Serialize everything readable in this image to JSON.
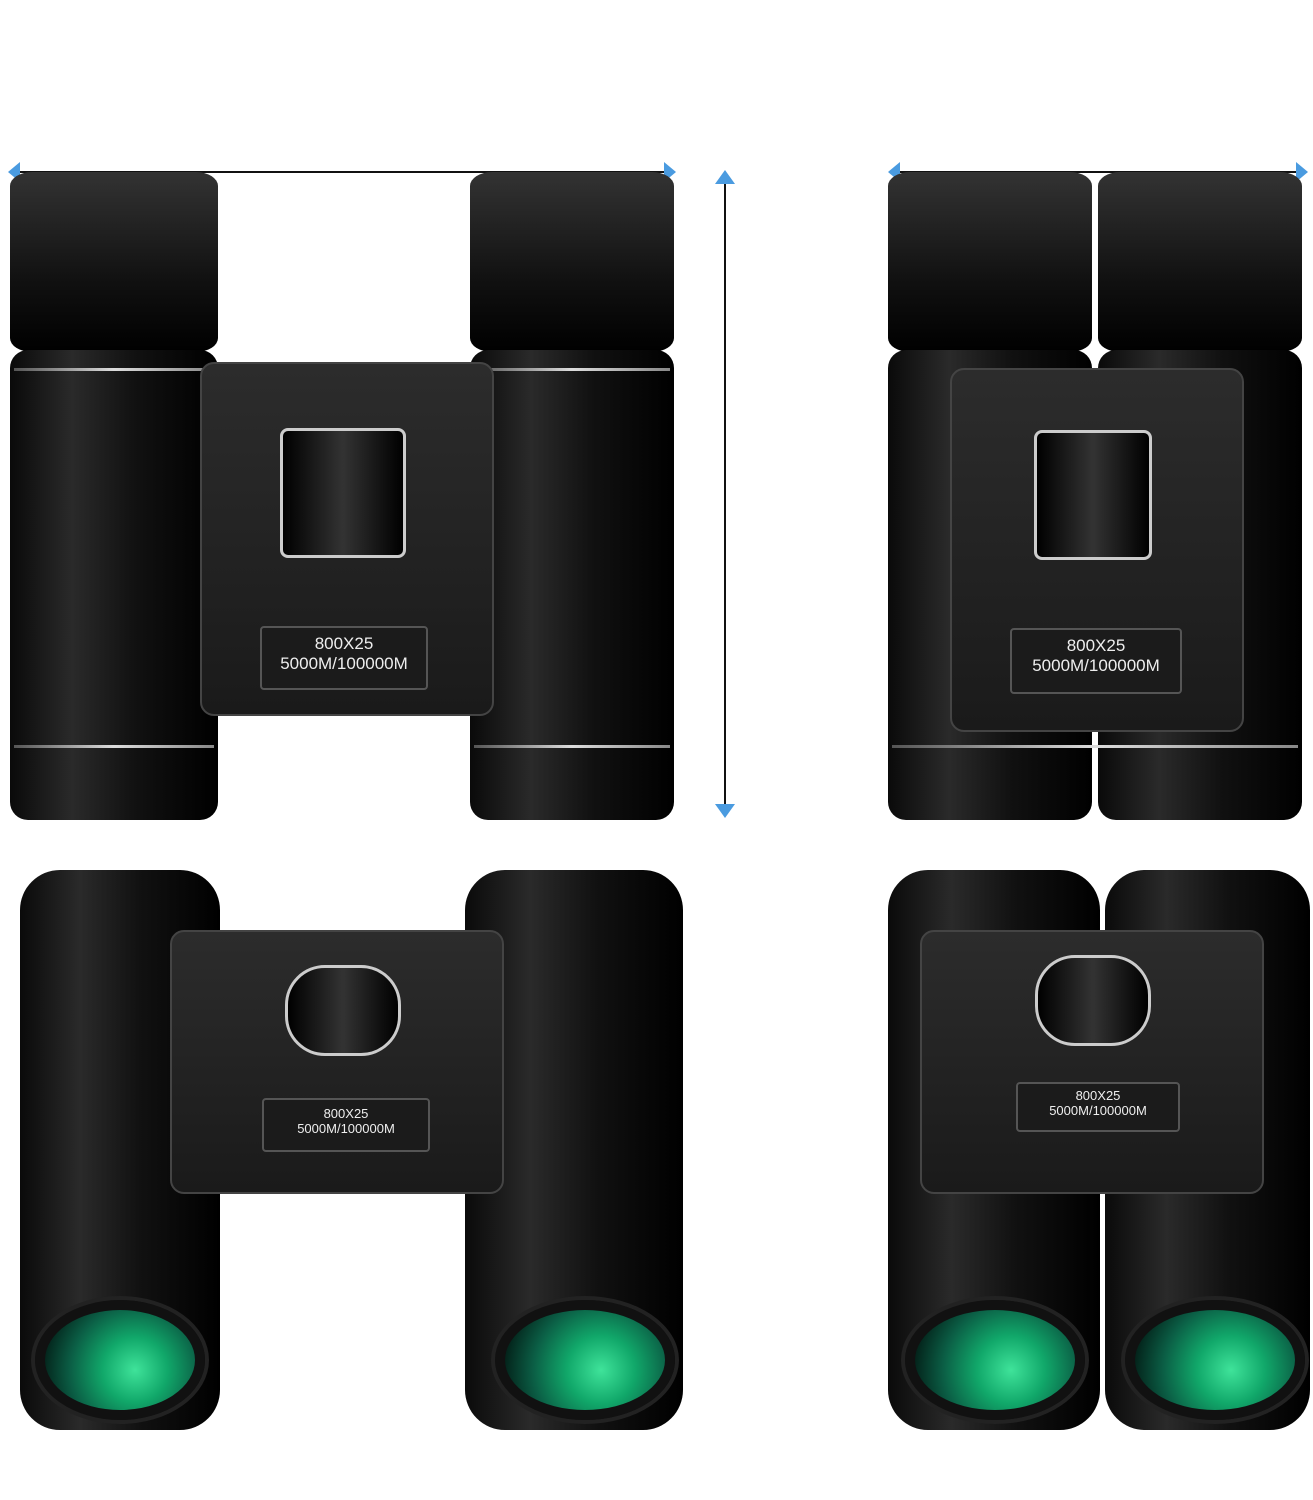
{
  "accent_color": "#4a9be0",
  "views": [
    {
      "id": "front-open",
      "label_line1": "800X25",
      "label_line2": "5000M/100000M"
    },
    {
      "id": "front-folded",
      "label_line1": "800X25",
      "label_line2": "5000M/100000M"
    },
    {
      "id": "angled-open",
      "label_line1": "800X25",
      "label_line2": "5000M/100000M"
    },
    {
      "id": "angled-folded",
      "label_line1": "800X25",
      "label_line2": "5000M/100000M"
    }
  ]
}
